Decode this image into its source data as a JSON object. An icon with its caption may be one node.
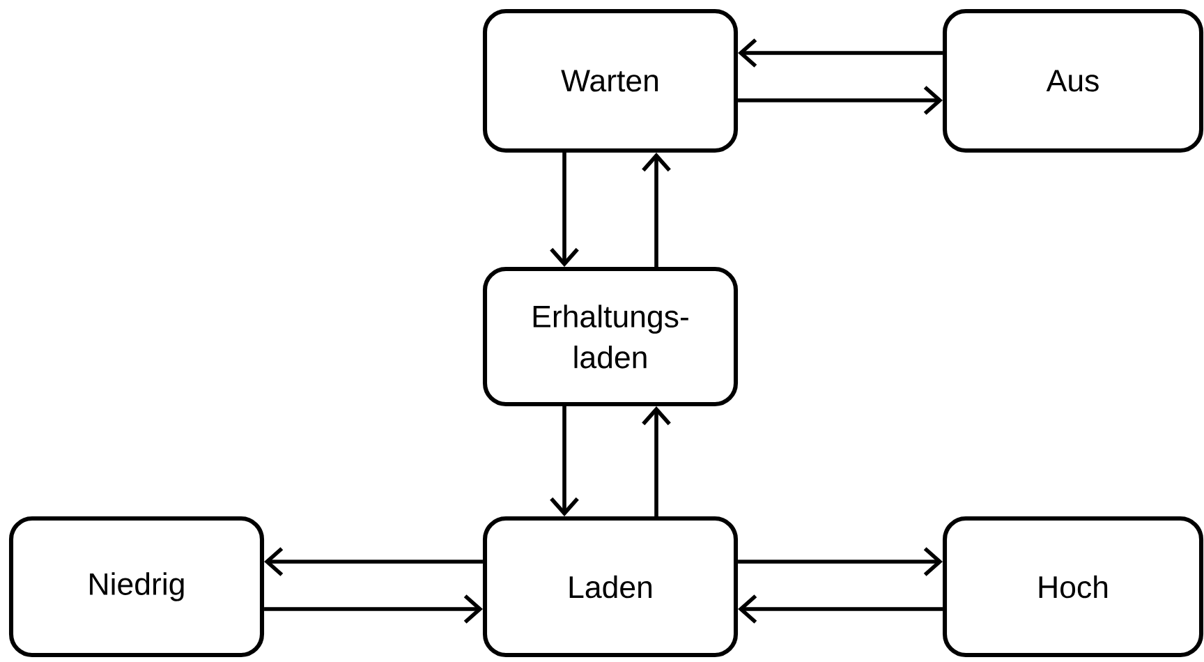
{
  "diagram": {
    "nodes": [
      {
        "text": [
          "Warten"
        ]
      },
      {
        "text": [
          "Aus"
        ]
      },
      {
        "text": [
          "Erhaltungs- laden"
        ]
      },
      {
        "text": [
          "Niedrig"
        ]
      },
      {
        "text": [
          "Laden"
        ]
      },
      {
        "text": [
          "Hoch"
        ]
      }
    ],
    "edges": [
      {
        "from": 1,
        "to": 0,
        "arrow": "to"
      },
      {
        "from": 0,
        "to": 1,
        "arrow": "to"
      },
      {
        "from": 0,
        "to": 2,
        "arrow": "to"
      },
      {
        "from": 2,
        "to": 0,
        "arrow": "to"
      },
      {
        "from": 2,
        "to": 4,
        "arrow": "to"
      },
      {
        "from": 4,
        "to": 2,
        "arrow": "to"
      },
      {
        "from": 4,
        "to": 3,
        "arrow": "to"
      },
      {
        "from": 3,
        "to": 4,
        "arrow": "to"
      },
      {
        "from": 4,
        "to": 5,
        "arrow": "to"
      },
      {
        "from": 5,
        "to": 4,
        "arrow": "to"
      }
    ]
  }
}
